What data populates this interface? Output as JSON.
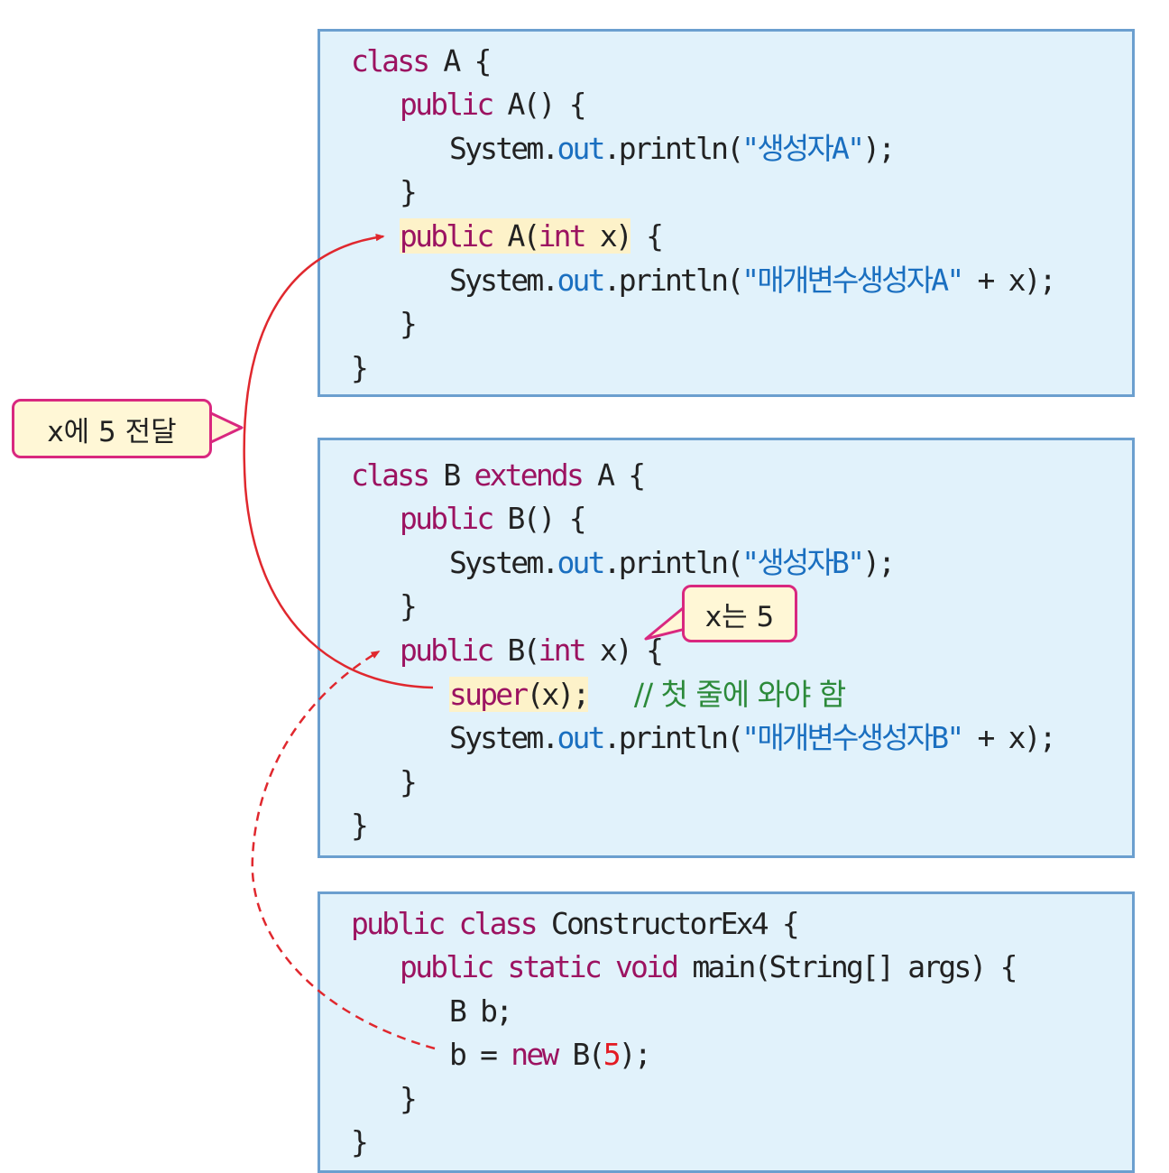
{
  "box_a": {
    "lines": [
      {
        "kw": "class",
        "rest": " A {"
      },
      {
        "kw": "public",
        "rest": " A() {"
      },
      {
        "pre": "System.",
        "fld": "out",
        "mid": ".println(",
        "str": "\"생성자A\"",
        "post": ");"
      },
      {
        "text": "}"
      },
      {
        "kw": "public",
        "mid1": " A(",
        "kw2": "int",
        "mid2": " x)",
        "post": " {"
      },
      {
        "pre": "System.",
        "fld": "out",
        "mid": ".println(",
        "str": "\"매개변수생성자A\"",
        "post": " + x);"
      },
      {
        "text": "}"
      },
      {
        "text": "}"
      }
    ]
  },
  "box_b": {
    "lines": [
      {
        "kw": "class",
        "mid": " B ",
        "kw2": "extends",
        "rest": " A {"
      },
      {
        "kw": "public",
        "rest": " B() {"
      },
      {
        "pre": "System.",
        "fld": "out",
        "mid": ".println(",
        "str": "\"생성자B\"",
        "post": ");"
      },
      {
        "text": "}"
      },
      {
        "kw": "public",
        "mid1": " B(",
        "kw2": "int",
        "mid2": " x)",
        "post": " {"
      },
      {
        "kw": "super",
        "mid": "(x);",
        "cmt": "// 첫 줄에 와야 함"
      },
      {
        "pre": "System.",
        "fld": "out",
        "mid": ".println(",
        "str": "\"매개변수생성자B\"",
        "post": " + x);"
      },
      {
        "text": "}"
      },
      {
        "text": "}"
      }
    ]
  },
  "box_c": {
    "lines": [
      {
        "kw": "public",
        "mid": " ",
        "kw2": "class",
        "rest": " ConstructorEx4 {"
      },
      {
        "kw": "public",
        "mid": " ",
        "kw2": "static",
        "mid2": " ",
        "kw3": "void",
        "rest": " main(String[] args) {"
      },
      {
        "text": "B b;"
      },
      {
        "pre": "b = ",
        "kw": "new",
        "mid": " B(",
        "num": "5",
        "post": ");"
      },
      {
        "text": "}"
      },
      {
        "text": "}"
      }
    ]
  },
  "callouts": {
    "pass_x": "x에 5 전달",
    "x_is_5": "x는 5"
  },
  "colors": {
    "keyword": "#9c1361",
    "field": "#1a6fc0",
    "number": "#e31b23",
    "comment": "#2c8a3a",
    "arrow": "#e0282e",
    "callout_border": "#d9287f"
  }
}
